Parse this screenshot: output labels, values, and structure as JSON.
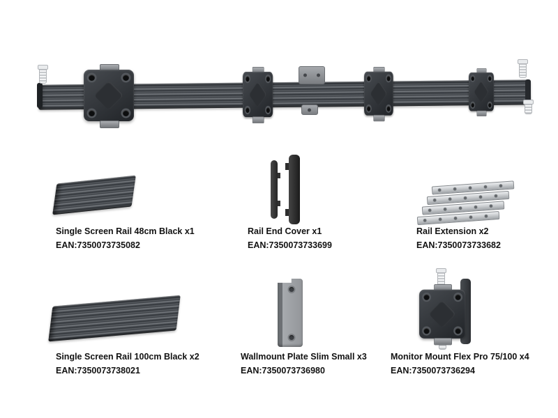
{
  "products": [
    {
      "id": "rail-48cm",
      "name": "Single Screen Rail 48cm Black x1",
      "ean": "EAN:7350073735082"
    },
    {
      "id": "rail-end-cover",
      "name": "Rail End Cover x1",
      "ean": "EAN:7350073733699"
    },
    {
      "id": "rail-extension",
      "name": "Rail Extension x2",
      "ean": "EAN:7350073733682"
    },
    {
      "id": "rail-100cm",
      "name": "Single Screen Rail 100cm Black x2",
      "ean": "EAN:7350073738021"
    },
    {
      "id": "wallmount-plate",
      "name": "Wallmount Plate Slim Small x3",
      "ean": "EAN:7350073736980"
    },
    {
      "id": "flex-pro-mount",
      "name": "Monitor Mount Flex Pro 75/100 x4",
      "ean": "EAN:7350073736294"
    }
  ],
  "colors": {
    "background": "#ffffff",
    "text": "#121212",
    "rail_dark": "#3a3e43",
    "plate_dark": "#2f3237",
    "silver": "#b9bdc1"
  }
}
